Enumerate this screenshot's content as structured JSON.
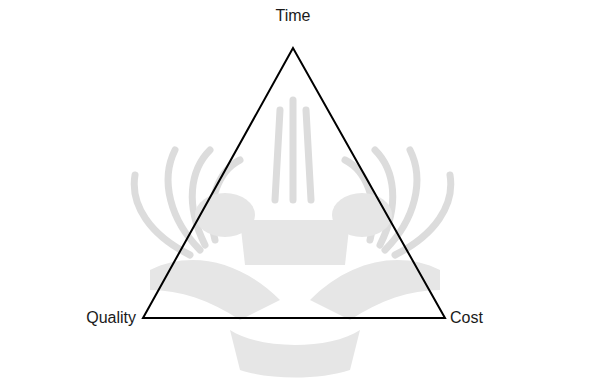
{
  "diagram": {
    "labels": [
      "Time",
      "Quality",
      "Cost"
    ]
  }
}
